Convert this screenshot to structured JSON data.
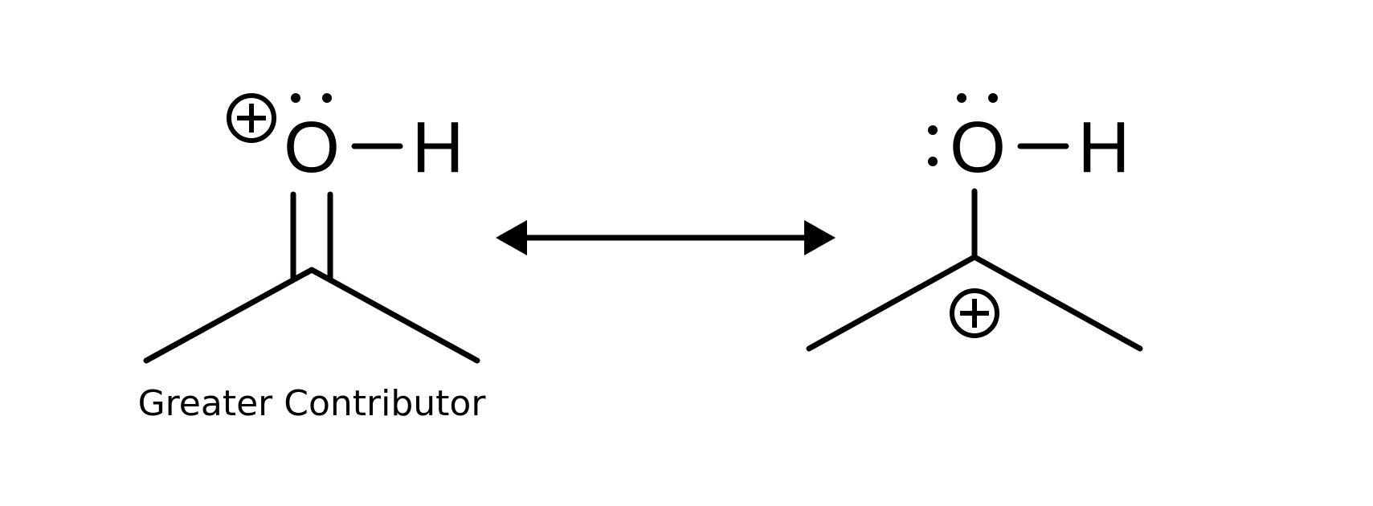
{
  "structure_left": {
    "oxygen_label": "O",
    "hydrogen_label": "H",
    "caption": "Greater Contributor"
  },
  "structure_right": {
    "oxygen_label": "O",
    "hydrogen_label": "H"
  },
  "colors": {
    "ink": "#000000",
    "background": "#ffffff"
  },
  "icons": {
    "charge": "plus-in-circle",
    "resonance_arrow": "double-headed-arrow"
  }
}
